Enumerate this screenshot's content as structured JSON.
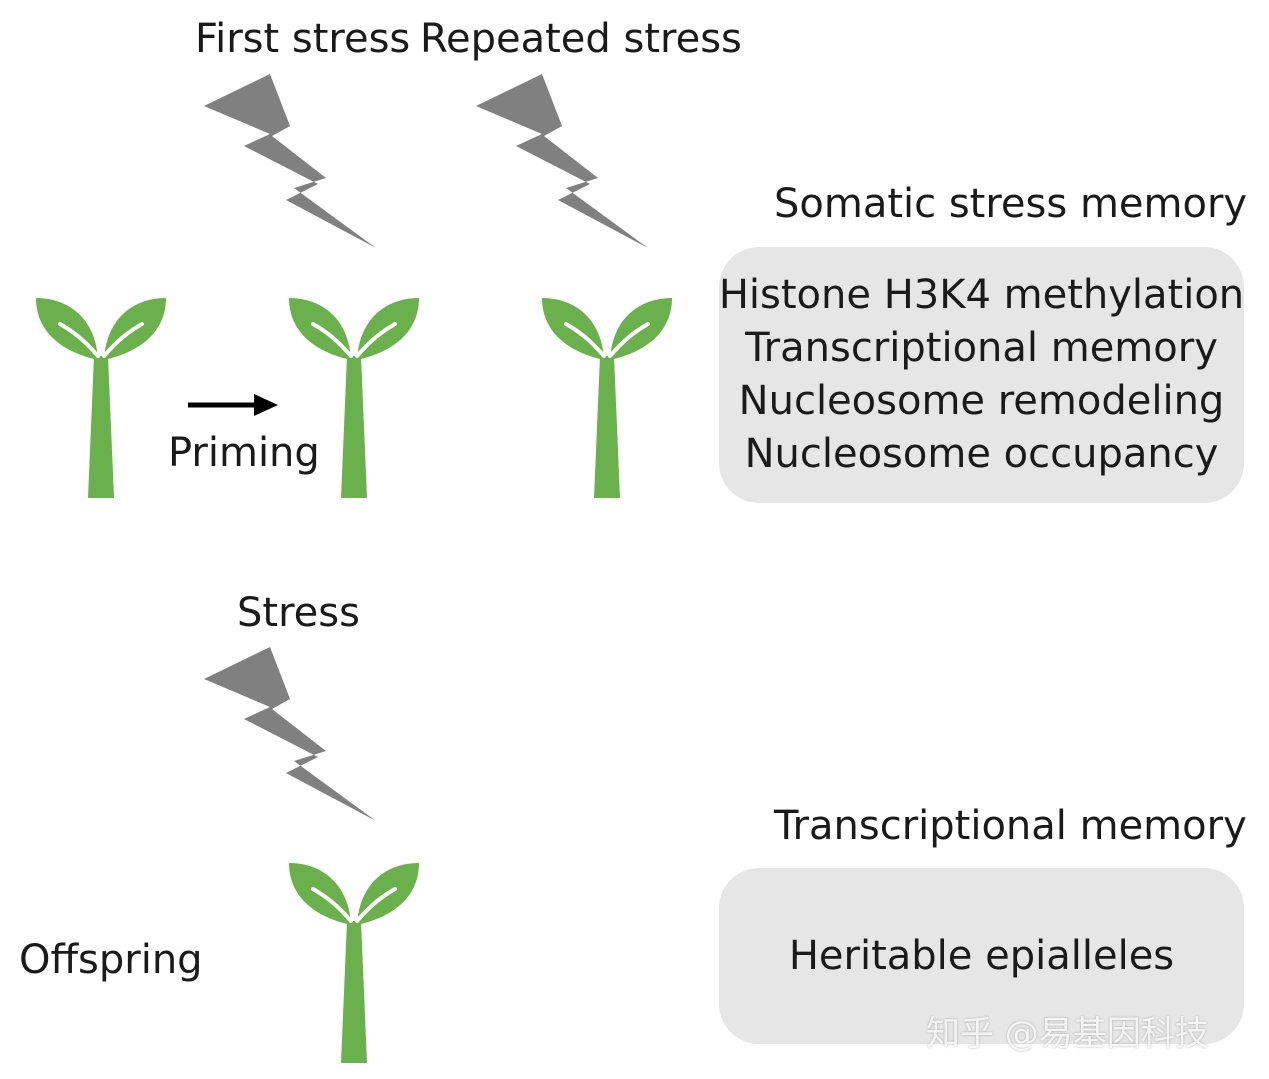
{
  "labels": {
    "first_stress": "First stress",
    "repeated_stress": "Repeated stress",
    "priming": "Priming",
    "stress": "Stress",
    "offspring": "Offspring"
  },
  "somatic": {
    "title": "Somatic stress memory",
    "items": [
      "Histone H3K4 methylation",
      "Transcriptional memory",
      "Nucleosome remodeling",
      "Nucleosome occupancy"
    ]
  },
  "transgenerational": {
    "title": "Transcriptional memory",
    "items": [
      "Heritable epialleles"
    ]
  },
  "watermark": "知乎 @易基因科技",
  "colors": {
    "plant": "#6ab04c",
    "bolt": "#808080",
    "box": "#e6e6e6",
    "text": "#1a1a1a"
  }
}
